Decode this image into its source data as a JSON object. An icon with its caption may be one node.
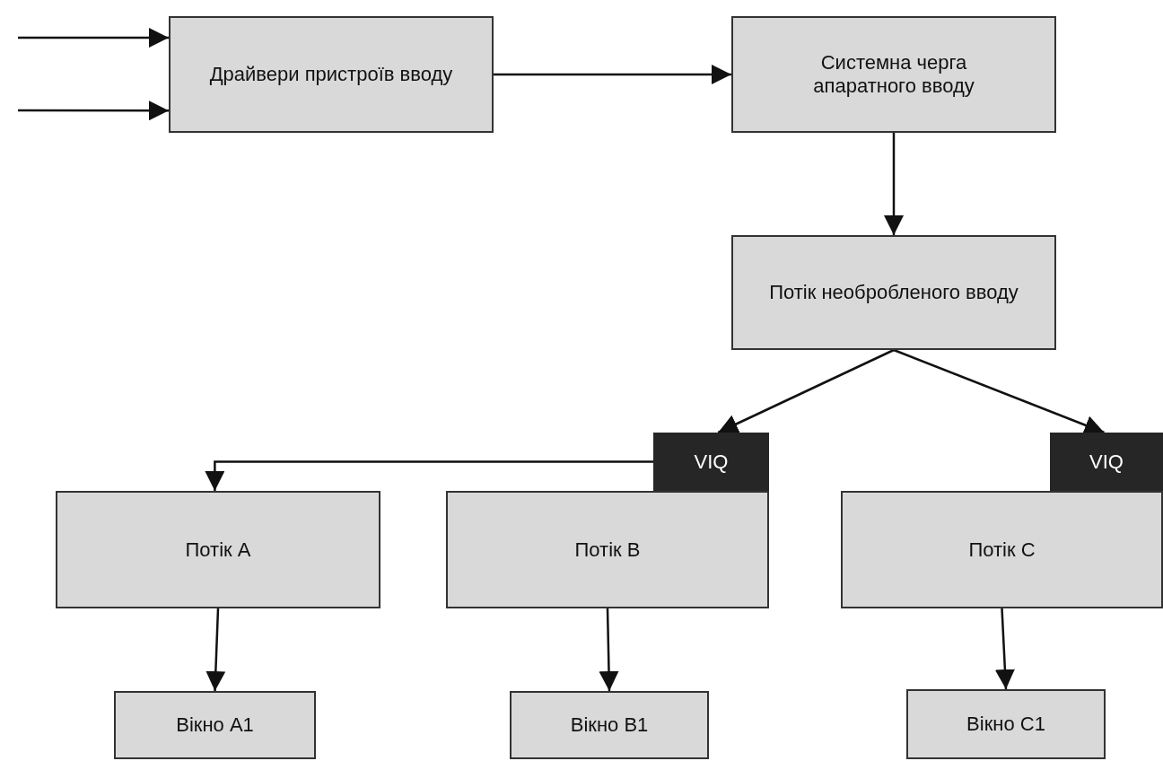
{
  "diagram": {
    "nodes": [
      {
        "text": [
          "Драйвери пристроїв вводу"
        ]
      },
      {
        "text": [
          "Системна черга апаратного вводу"
        ]
      },
      {
        "text": [
          "Потік необробленого вводу"
        ]
      },
      {
        "text": [
          "VIQ"
        ]
      },
      {
        "text": [
          "Потік А"
        ]
      },
      {
        "text": [
          "Потік В"
        ]
      },
      {
        "text": [
          "VIQ"
        ]
      },
      {
        "text": [
          "Потік С"
        ]
      },
      {
        "text": [
          "Вікно А1"
        ]
      },
      {
        "text": [
          "Вікно В1"
        ]
      },
      {
        "text": [
          "Вікно С1"
        ]
      }
    ],
    "edges": [
      {
        "from": null,
        "to": 0,
        "arrow": "to"
      },
      {
        "from": null,
        "to": 0,
        "arrow": "to"
      },
      {
        "from": 0,
        "to": 1,
        "arrow": "to"
      },
      {
        "from": 1,
        "to": 2,
        "arrow": "to"
      },
      {
        "from": 2,
        "to": 3,
        "arrow": "to"
      },
      {
        "from": 2,
        "to": 6,
        "arrow": "to"
      },
      {
        "from": 3,
        "to": 4,
        "arrow": "to"
      },
      {
        "from": 4,
        "to": 8,
        "arrow": "to"
      },
      {
        "from": 5,
        "to": 9,
        "arrow": "to"
      },
      {
        "from": 7,
        "to": 10,
        "arrow": "to"
      }
    ]
  }
}
